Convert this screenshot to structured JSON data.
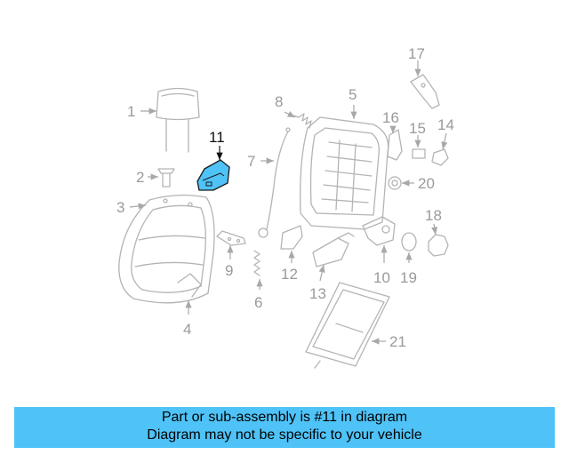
{
  "diagram": {
    "highlight_color": "#4fc3f7",
    "part_color": "#b4b4b4",
    "highlighted_part": "11",
    "callouts": [
      {
        "id": "c1",
        "label": "1"
      },
      {
        "id": "c2",
        "label": "2"
      },
      {
        "id": "c3",
        "label": "3"
      },
      {
        "id": "c4",
        "label": "4"
      },
      {
        "id": "c5",
        "label": "5"
      },
      {
        "id": "c6",
        "label": "6"
      },
      {
        "id": "c7",
        "label": "7"
      },
      {
        "id": "c8",
        "label": "8"
      },
      {
        "id": "c9",
        "label": "9"
      },
      {
        "id": "c10",
        "label": "10"
      },
      {
        "id": "c11",
        "label": "11"
      },
      {
        "id": "c12",
        "label": "12"
      },
      {
        "id": "c13",
        "label": "13"
      },
      {
        "id": "c14",
        "label": "14"
      },
      {
        "id": "c15",
        "label": "15"
      },
      {
        "id": "c16",
        "label": "16"
      },
      {
        "id": "c17",
        "label": "17"
      },
      {
        "id": "c18",
        "label": "18"
      },
      {
        "id": "c19",
        "label": "19"
      },
      {
        "id": "c20",
        "label": "20"
      },
      {
        "id": "c21",
        "label": "21"
      }
    ]
  },
  "banner": {
    "line1": "Part or sub-assembly is #11 in diagram",
    "line2": "Diagram may not be specific to your vehicle",
    "background": "#4fc3f7"
  }
}
